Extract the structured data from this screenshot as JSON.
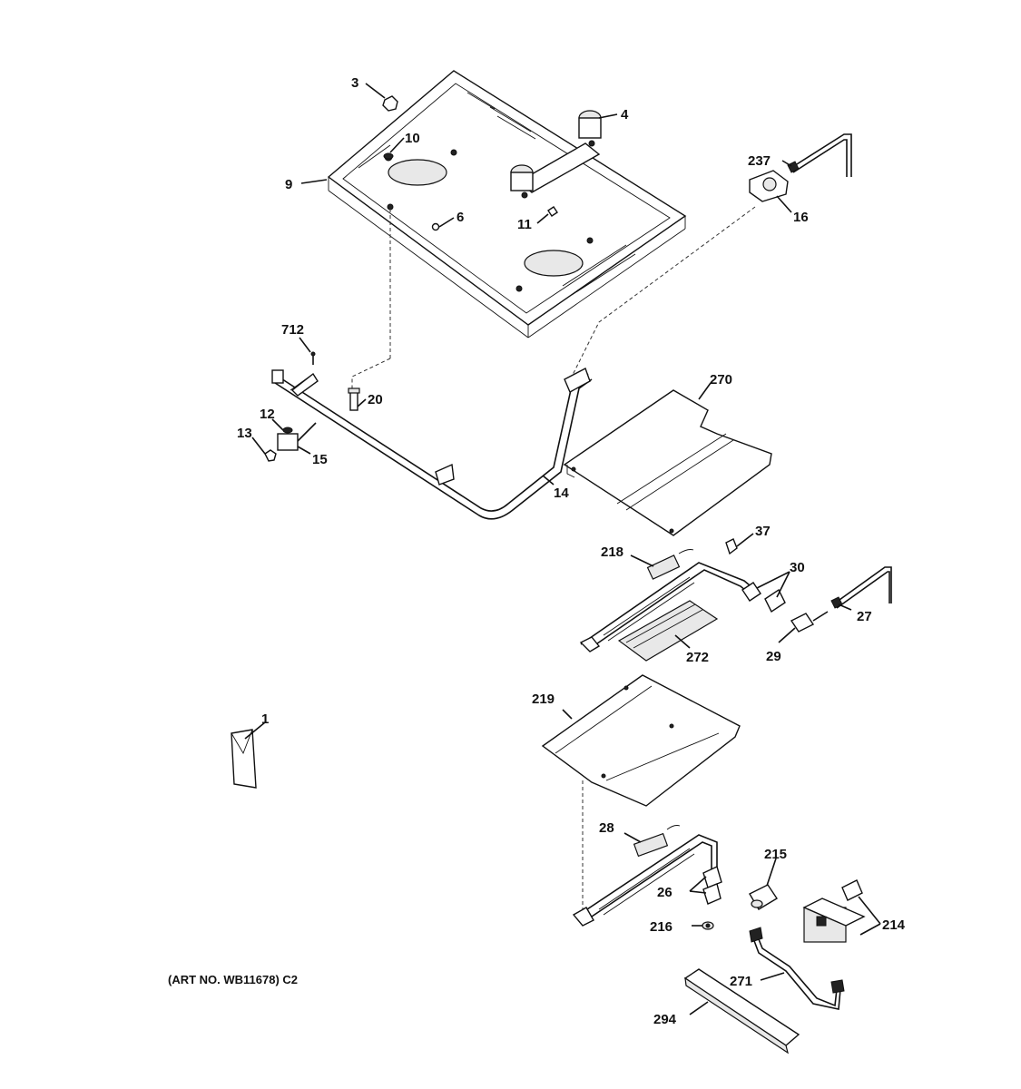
{
  "art_number": "(ART NO. WB11678) C2",
  "callouts": {
    "c1": "1",
    "c3": "3",
    "c4": "4",
    "c6": "6",
    "c9": "9",
    "c10": "10",
    "c11": "11",
    "c12": "12",
    "c13": "13",
    "c14": "14",
    "c15": "15",
    "c16": "16",
    "c20": "20",
    "c26": "26",
    "c27": "27",
    "c28": "28",
    "c29": "29",
    "c30": "30",
    "c37": "37",
    "c214": "214",
    "c215": "215",
    "c216": "216",
    "c218": "218",
    "c219": "219",
    "c237": "237",
    "c270": "270",
    "c271": "271",
    "c272": "272",
    "c294": "294",
    "c712": "712"
  }
}
